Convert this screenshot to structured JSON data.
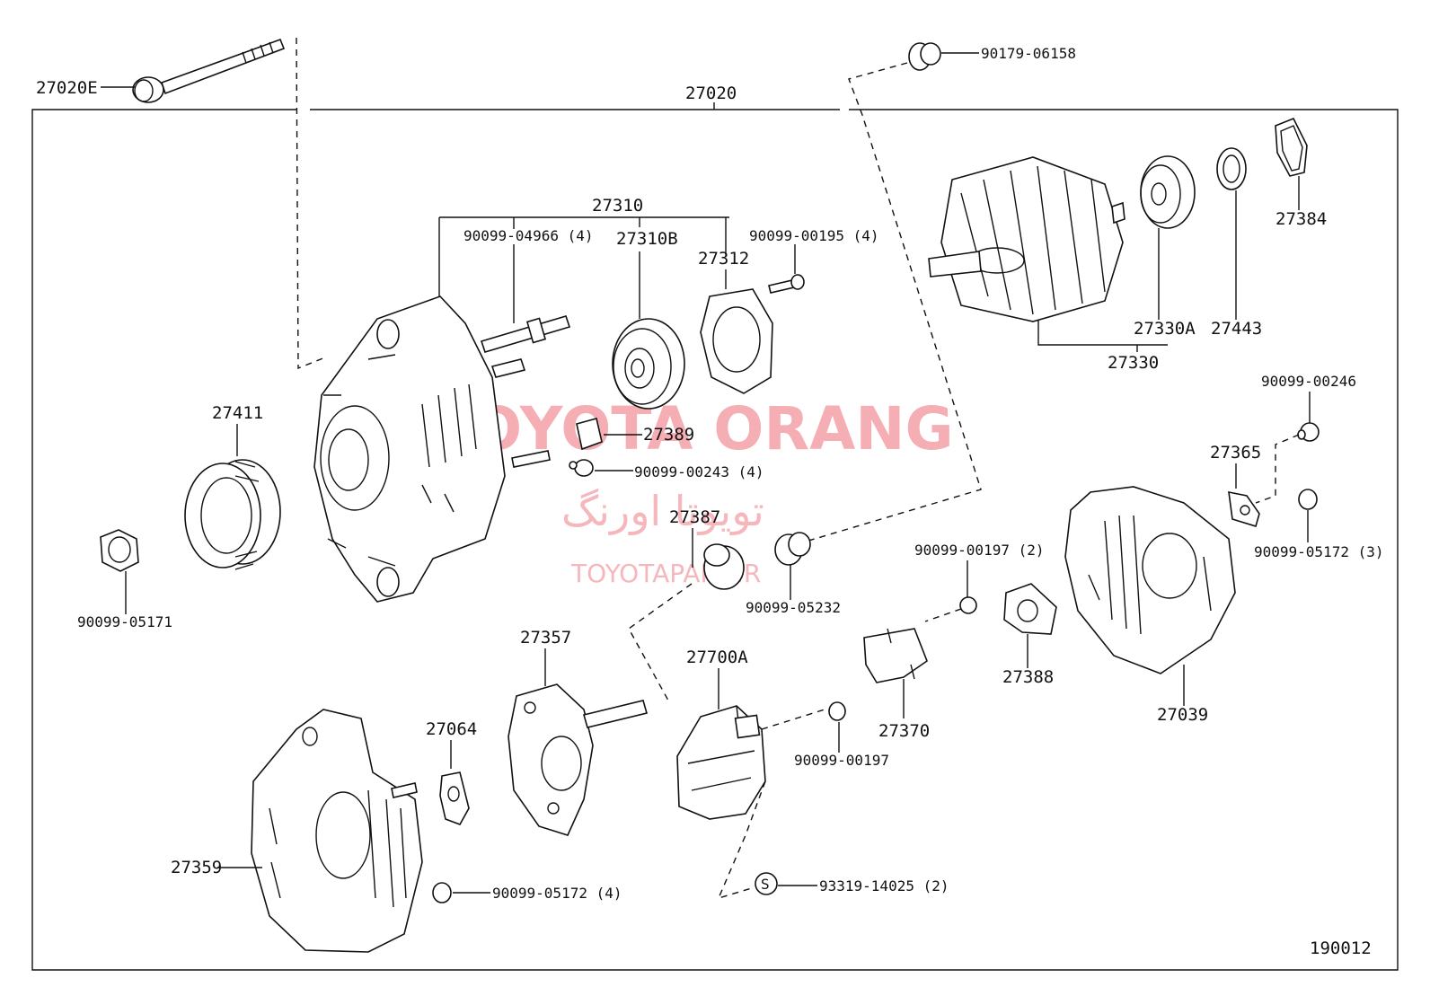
{
  "diagram_code": "190012",
  "watermark": {
    "title": "TOYOTA ORANG",
    "persian": "تویوتا اورنگ",
    "site": "TOYOTAPART.IR"
  },
  "labels": {
    "p27020E": "27020E",
    "p27020": "27020",
    "p90179_06158": "90179-06158",
    "p27310": "27310",
    "p90099_04966": "90099-04966 (4)",
    "p27310B": "27310B",
    "p27312": "27312",
    "p90099_00195": "90099-00195 (4)",
    "p27384": "27384",
    "p27330A": "27330A",
    "p27443": "27443",
    "p27330": "27330",
    "p90099_00246": "90099-00246",
    "p27411": "27411",
    "p27389": "27389",
    "p90099_00243": "90099-00243 (4)",
    "p27365": "27365",
    "p27387": "27387",
    "p90099_05232": "90099-05232",
    "p90099_05171": "90099-05171",
    "p90099_00197_2": "90099-00197 (2)",
    "p90099_05172_3": "90099-05172 (3)",
    "p27357": "27357",
    "p27700A": "27700A",
    "p27388": "27388",
    "p27039": "27039",
    "p27064": "27064",
    "p27370": "27370",
    "p90099_00197": "90099-00197",
    "p27359": "27359",
    "p90099_05172_4": "90099-05172 (4)",
    "p93319_14025": "93319-14025 (2)",
    "s_symbol": "S"
  }
}
